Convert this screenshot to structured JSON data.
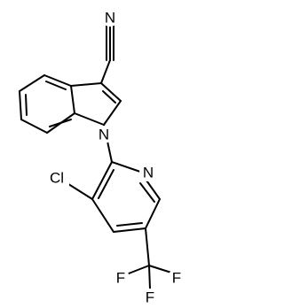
{
  "molecule": {
    "atoms": {
      "nitrile_n": "N",
      "indole_n": "N",
      "pyridine_n": "N",
      "chlorine": "Cl",
      "fluorine_left": "F",
      "fluorine_right": "F",
      "fluorine_bottom": "F"
    }
  },
  "colors": {
    "line": "#000000",
    "background": "#ffffff"
  }
}
